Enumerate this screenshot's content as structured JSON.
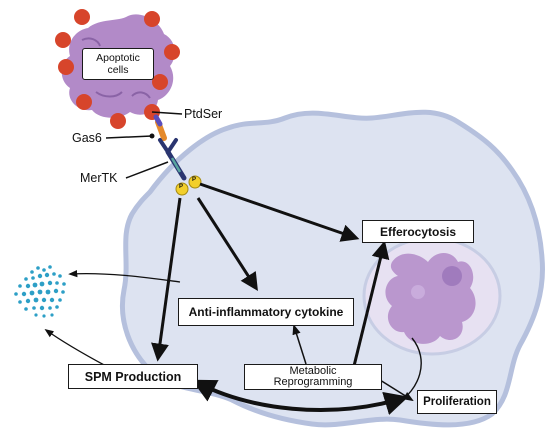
{
  "labels": {
    "apoptotic_cells": [
      "Apoptotic",
      "cells"
    ],
    "ptdser": "PtdSer",
    "gas6": "Gas6",
    "mertk": "MerTK",
    "phospho": "P"
  },
  "boxes": {
    "efferocytosis": "Efferocytosis",
    "anti_inflammatory": "Anti-inflammatory cytokine",
    "spm_production": "SPM Production",
    "metabolic": [
      "Metabolic",
      "Reprogramming"
    ],
    "proliferation": "Proliferation"
  },
  "colors": {
    "cell_fill": "#dde3f1",
    "cell_border": "#b5c0dd",
    "apoptotic_fill": "#b28ac8",
    "ptdser_dot": "#d7452b",
    "vesicle": "#e7e1f2",
    "spm_dots": "#2d9fc6",
    "arrow": "#111111",
    "phospho": "#f2cf2b"
  }
}
